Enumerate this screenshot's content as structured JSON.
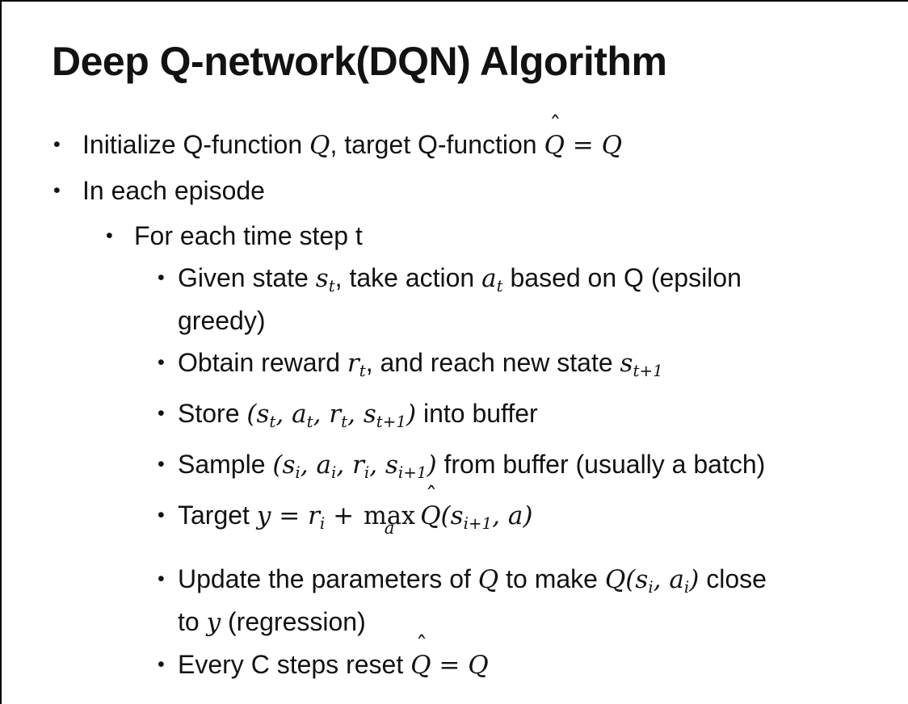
{
  "slide": {
    "title": "Deep Q-network(DQN) Algorithm",
    "bullet_glyph": "•",
    "hat_glyph": "ˆ",
    "colors": {
      "background": "#ffffff",
      "text": "#121212",
      "border": "#000000"
    },
    "bullets": [
      {
        "level": 1,
        "segments": [
          {
            "t": "Initialize Q-function ",
            "s": "p"
          },
          {
            "t": "Q",
            "s": "m"
          },
          {
            "t": ", target Q-function ",
            "s": "p"
          },
          {
            "t": "Q",
            "s": "mhat"
          },
          {
            "t": " = Q",
            "s": "m"
          }
        ]
      },
      {
        "level": 1,
        "segments": [
          {
            "t": "In each episode",
            "s": "p"
          }
        ]
      },
      {
        "level": 2,
        "segments": [
          {
            "t": "For each time step t",
            "s": "p"
          }
        ]
      },
      {
        "level": 3,
        "segments": [
          {
            "t": "Given state ",
            "s": "p"
          },
          {
            "t": "s",
            "s": "m"
          },
          {
            "t": "t",
            "s": "msub"
          },
          {
            "t": ", take action ",
            "s": "p"
          },
          {
            "t": "a",
            "s": "m"
          },
          {
            "t": "t",
            "s": "msub"
          },
          {
            "t": " based on Q (epsilon",
            "s": "p"
          },
          {
            "s": "br"
          },
          {
            "t": "greedy)",
            "s": "p"
          }
        ]
      },
      {
        "level": 3,
        "segments": [
          {
            "t": "Obtain reward ",
            "s": "p"
          },
          {
            "t": "r",
            "s": "m"
          },
          {
            "t": "t",
            "s": "msub"
          },
          {
            "t": ", and reach new state ",
            "s": "p"
          },
          {
            "t": "s",
            "s": "m"
          },
          {
            "t": "t+1",
            "s": "msub"
          }
        ]
      },
      {
        "level": 3,
        "segments": [
          {
            "t": "Store ",
            "s": "p"
          },
          {
            "t": "(s",
            "s": "m"
          },
          {
            "t": "t",
            "s": "msub"
          },
          {
            "t": ", a",
            "s": "m"
          },
          {
            "t": "t",
            "s": "msub"
          },
          {
            "t": ", r",
            "s": "m"
          },
          {
            "t": "t",
            "s": "msub"
          },
          {
            "t": ", s",
            "s": "m"
          },
          {
            "t": "t+1",
            "s": "msub"
          },
          {
            "t": ")",
            "s": "m"
          },
          {
            "t": " into buffer",
            "s": "p"
          }
        ]
      },
      {
        "level": 3,
        "segments": [
          {
            "t": "Sample ",
            "s": "p"
          },
          {
            "t": "(s",
            "s": "m"
          },
          {
            "t": "i",
            "s": "msub"
          },
          {
            "t": ", a",
            "s": "m"
          },
          {
            "t": "i",
            "s": "msub"
          },
          {
            "t": ", r",
            "s": "m"
          },
          {
            "t": "i",
            "s": "msub"
          },
          {
            "t": ", s",
            "s": "m"
          },
          {
            "t": "i+1",
            "s": "msub"
          },
          {
            "t": ")",
            "s": "m"
          },
          {
            "t": " from buffer (usually a batch)",
            "s": "p"
          }
        ]
      },
      {
        "level": 3,
        "segments": [
          {
            "t": "Target ",
            "s": "p"
          },
          {
            "t": "y = r",
            "s": "m"
          },
          {
            "t": "i",
            "s": "msub"
          },
          {
            "t": " + ",
            "s": "m"
          },
          {
            "t": "max",
            "s": "under",
            "u": "a"
          },
          {
            "t": "Q",
            "s": "mhat"
          },
          {
            "t": "(s",
            "s": "m"
          },
          {
            "t": "i+1",
            "s": "msub"
          },
          {
            "t": ", a)",
            "s": "m"
          }
        ]
      },
      {
        "level": 3,
        "segments": [
          {
            "t": "Update the parameters of ",
            "s": "p"
          },
          {
            "t": "Q",
            "s": "m"
          },
          {
            "t": " to make ",
            "s": "p"
          },
          {
            "t": "Q",
            "s": "m"
          },
          {
            "t": "(s",
            "s": "m"
          },
          {
            "t": "i",
            "s": "msub"
          },
          {
            "t": ", a",
            "s": "m"
          },
          {
            "t": "i",
            "s": "msub"
          },
          {
            "t": ")",
            "s": "m"
          },
          {
            "t": " close",
            "s": "p"
          },
          {
            "s": "br"
          },
          {
            "t": "to ",
            "s": "p"
          },
          {
            "t": "y",
            "s": "m"
          },
          {
            "t": " (regression)",
            "s": "p"
          }
        ]
      },
      {
        "level": 3,
        "segments": [
          {
            "t": "Every C steps reset ",
            "s": "p"
          },
          {
            "t": "Q",
            "s": "mhat"
          },
          {
            "t": " = Q",
            "s": "m"
          }
        ]
      }
    ]
  }
}
